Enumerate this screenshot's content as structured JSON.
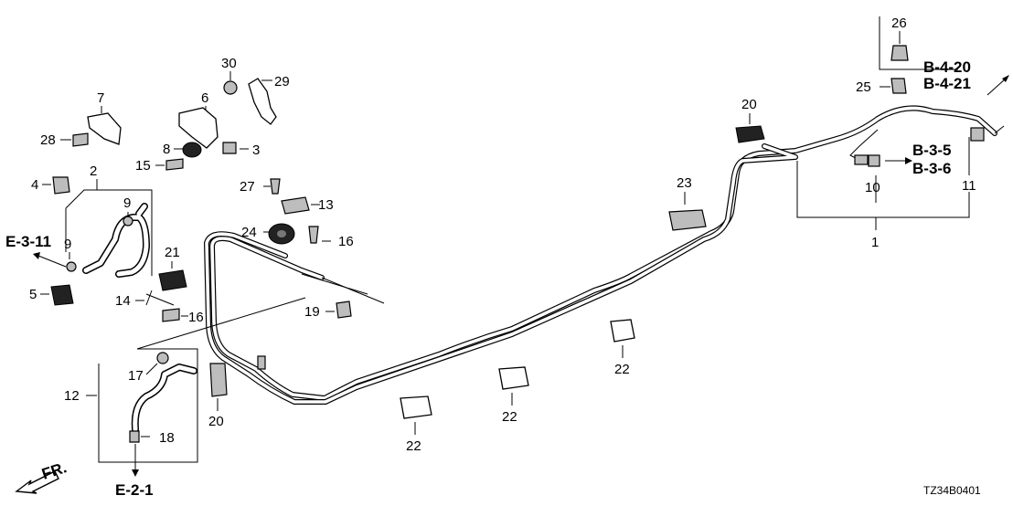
{
  "labels": {
    "c1": "1",
    "c2": "2",
    "c3": "3",
    "c4": "4",
    "c5": "5",
    "c6": "6",
    "c7": "7",
    "c8": "8",
    "c9a": "9",
    "c9b": "9",
    "c10": "10",
    "c11": "11",
    "c12": "12",
    "c13": "13",
    "c14": "14",
    "c15": "15",
    "c16a": "16",
    "c16b": "16",
    "c17": "17",
    "c18": "18",
    "c19": "19",
    "c20a": "20",
    "c20b": "20",
    "c21": "21",
    "c22a": "22",
    "c22b": "22",
    "c22c": "22",
    "c23": "23",
    "c24": "24",
    "c25": "25",
    "c26": "26",
    "c27": "27",
    "c28": "28",
    "c29": "29",
    "c30": "30"
  },
  "refs": {
    "e311": "E-3-11",
    "b420": "B-4-20",
    "b421": "B-4-21",
    "b35": "B-3-5",
    "b36": "B-3-6",
    "e21": "E-2-1"
  },
  "front_label": "FR.",
  "diagram_code": "TZ34B0401"
}
